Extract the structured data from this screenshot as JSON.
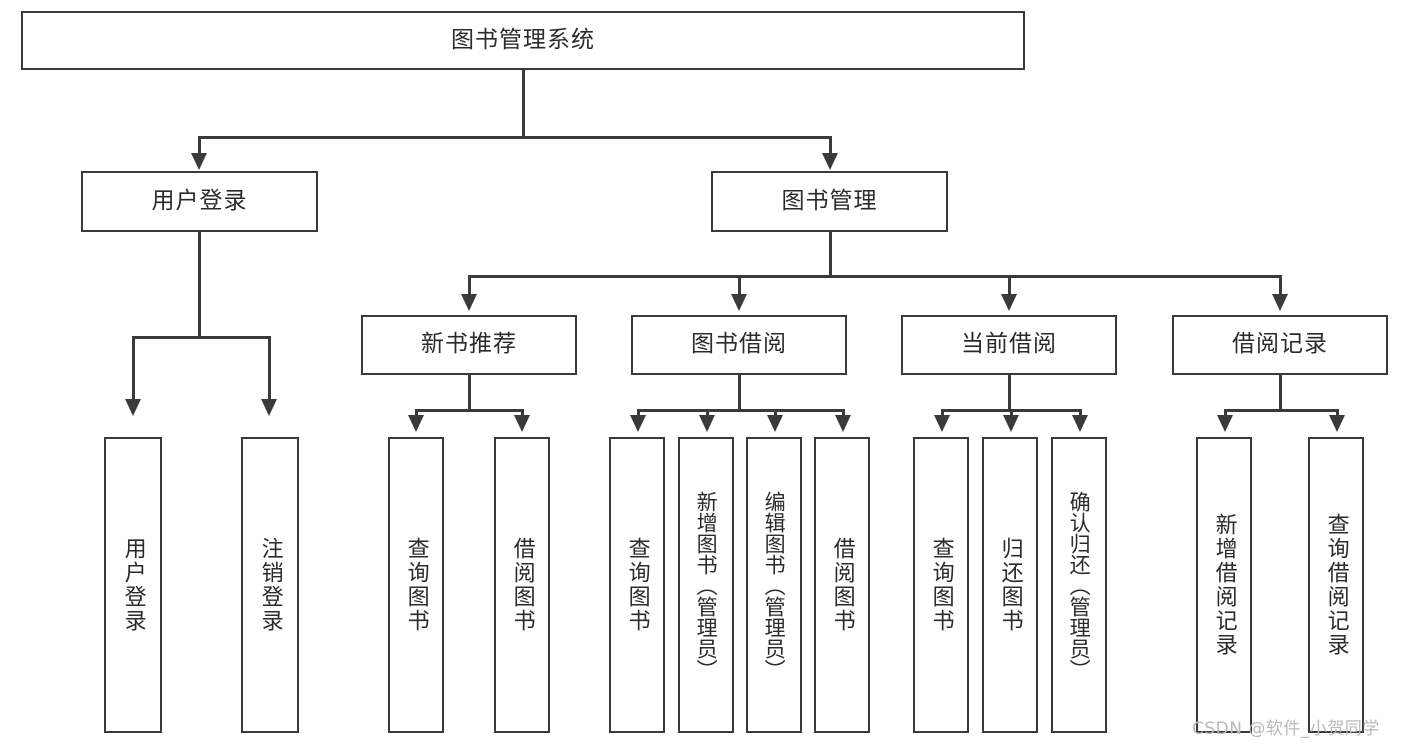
{
  "diagram": {
    "type": "tree-hierarchy",
    "title": "图书管理系统",
    "root": {
      "id": "root",
      "label": "图书管理系统",
      "orientation": "horizontal"
    },
    "level2": [
      {
        "id": "user-login",
        "label": "用户登录",
        "orientation": "horizontal"
      },
      {
        "id": "book-management",
        "label": "图书管理",
        "orientation": "horizontal"
      }
    ],
    "level3": [
      {
        "id": "new-book-recommend",
        "label": "新书推荐",
        "orientation": "horizontal",
        "parent": "book-management"
      },
      {
        "id": "book-borrow",
        "label": "图书借阅",
        "orientation": "horizontal",
        "parent": "book-management"
      },
      {
        "id": "current-borrow",
        "label": "当前借阅",
        "orientation": "horizontal",
        "parent": "book-management"
      },
      {
        "id": "borrow-record",
        "label": "借阅记录",
        "orientation": "horizontal",
        "parent": "book-management"
      }
    ],
    "leaves": [
      {
        "id": "leaf-user-login",
        "label": "用户登录",
        "orientation": "vertical",
        "parent": "user-login"
      },
      {
        "id": "leaf-logout-login",
        "label": "注销登录",
        "orientation": "vertical",
        "parent": "user-login"
      },
      {
        "id": "leaf-query-book-1",
        "label": "查询图书",
        "orientation": "vertical",
        "parent": "new-book-recommend"
      },
      {
        "id": "leaf-borrow-book-1",
        "label": "借阅图书",
        "orientation": "vertical",
        "parent": "new-book-recommend"
      },
      {
        "id": "leaf-query-book-2",
        "label": "查询图书",
        "orientation": "vertical",
        "parent": "book-borrow"
      },
      {
        "id": "leaf-add-book",
        "label": "新增图书（管理员）",
        "orientation": "vertical",
        "parent": "book-borrow"
      },
      {
        "id": "leaf-edit-book",
        "label": "编辑图书（管理员）",
        "orientation": "vertical",
        "parent": "book-borrow"
      },
      {
        "id": "leaf-borrow-book-2",
        "label": "借阅图书",
        "orientation": "vertical",
        "parent": "book-borrow"
      },
      {
        "id": "leaf-query-book-3",
        "label": "查询图书",
        "orientation": "vertical",
        "parent": "current-borrow"
      },
      {
        "id": "leaf-return-book",
        "label": "归还图书",
        "orientation": "vertical",
        "parent": "current-borrow"
      },
      {
        "id": "leaf-confirm-return",
        "label": "确认归还（管理员）",
        "orientation": "vertical",
        "parent": "current-borrow"
      },
      {
        "id": "leaf-add-record",
        "label": "新增借阅记录",
        "orientation": "vertical",
        "parent": "borrow-record"
      },
      {
        "id": "leaf-query-record",
        "label": "查询借阅记录",
        "orientation": "vertical",
        "parent": "borrow-record"
      }
    ],
    "colors": {
      "stroke": "#3a3a3a",
      "fill": "#ffffff",
      "text": "#2b2b2b",
      "watermark": "#b9b9b9"
    }
  },
  "watermark": {
    "text": "CSDN @软件_小贺同学"
  }
}
